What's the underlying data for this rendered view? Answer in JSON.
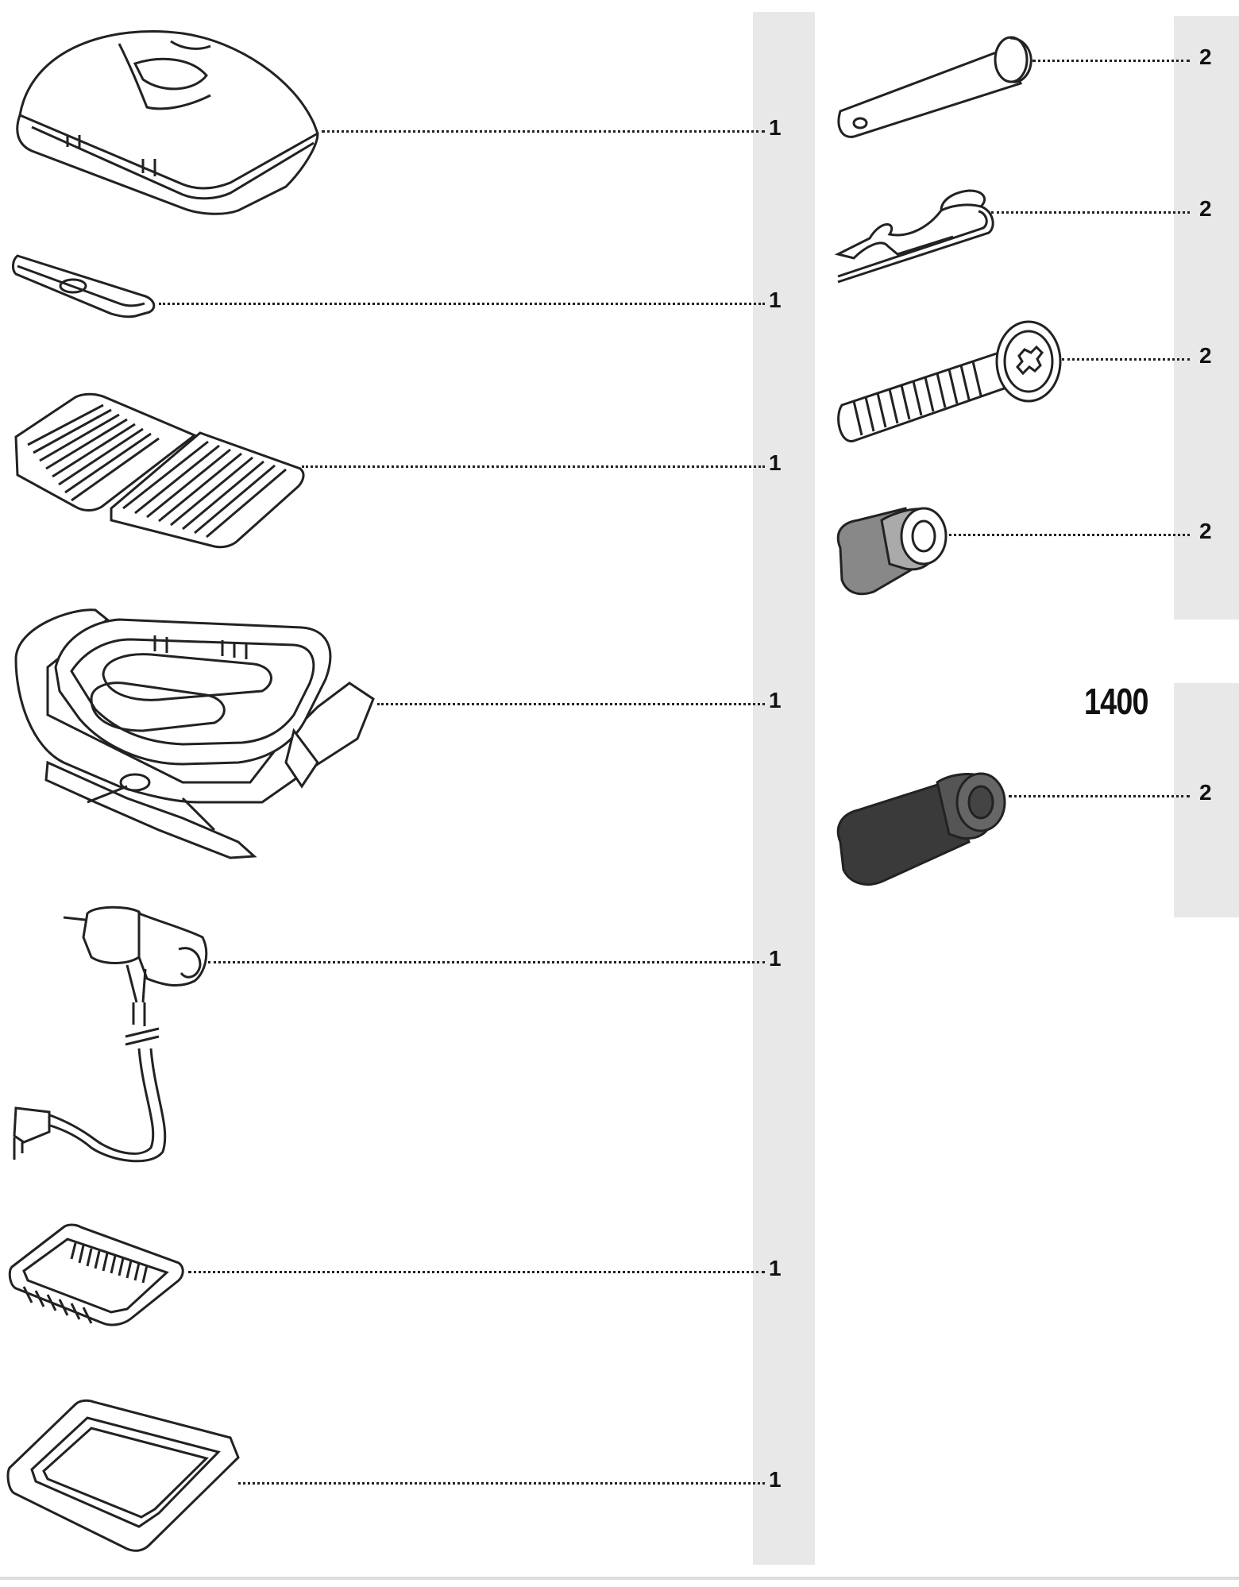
{
  "model_label": "1400",
  "left_parts": [
    {
      "name": "lid",
      "qty": "1"
    },
    {
      "name": "handle",
      "qty": "1"
    },
    {
      "name": "cooking-grates",
      "qty": "1"
    },
    {
      "name": "cookbox-frame",
      "qty": "1"
    },
    {
      "name": "heat-controller",
      "qty": "1"
    },
    {
      "name": "catch-pan",
      "qty": "1"
    },
    {
      "name": "drip-pan",
      "qty": "1"
    }
  ],
  "right_parts": [
    {
      "name": "pin",
      "qty": "2"
    },
    {
      "name": "hairpin-cotter",
      "qty": "2"
    },
    {
      "name": "screw",
      "qty": "2"
    },
    {
      "name": "spacer",
      "qty": "2"
    },
    {
      "name": "long-spacer",
      "qty": "2"
    }
  ],
  "colors": {
    "line": "#222222",
    "shade_band": "#e8e8e8",
    "dark_part": "#3a3a3a"
  }
}
